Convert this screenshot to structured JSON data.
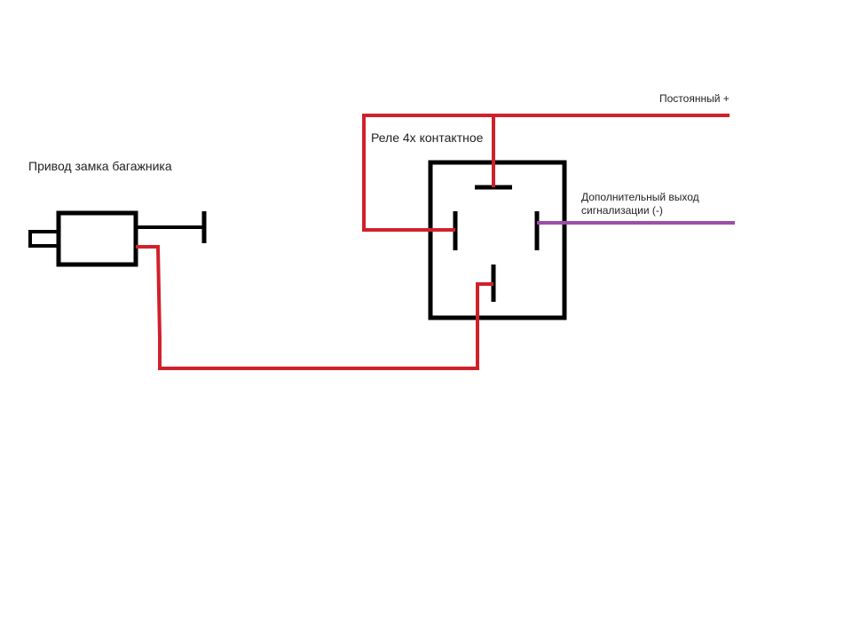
{
  "labels": {
    "actuator": "Привод замка багажника",
    "relay": "Реле 4х контактное",
    "constant_plus": "Постоянный +",
    "alarm_output_line1": "Дополнительный выход",
    "alarm_output_line2": "сигнализации (-)"
  },
  "colors": {
    "wire_red": "#d0212b",
    "wire_purple": "#9b4fa5",
    "outline": "#000000"
  }
}
